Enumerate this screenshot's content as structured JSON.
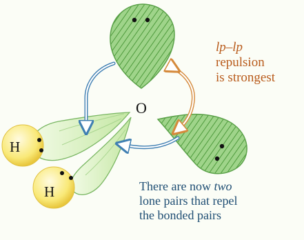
{
  "atoms": {
    "oxygen": "O",
    "hydrogen_1": "H",
    "hydrogen_2": "H"
  },
  "notes": {
    "lp_repulsion": [
      "lp–lp",
      "repulsion",
      "is strongest"
    ],
    "bonded_pairs": [
      "There are now two",
      "lone pairs that repel",
      "the bonded pairs"
    ]
  },
  "colors": {
    "lone_pair_lobe": "#7fc46b",
    "bond_lobe": "#d7f0b8",
    "hydrogen_sphere": "#f7e36a",
    "repulsion_arrow_strong": "#d58a3c",
    "repulsion_arrow_weak": "#3f7fb2",
    "lp_note_text": "#b85a1a",
    "bonded_note_text": "#1e4d73"
  }
}
